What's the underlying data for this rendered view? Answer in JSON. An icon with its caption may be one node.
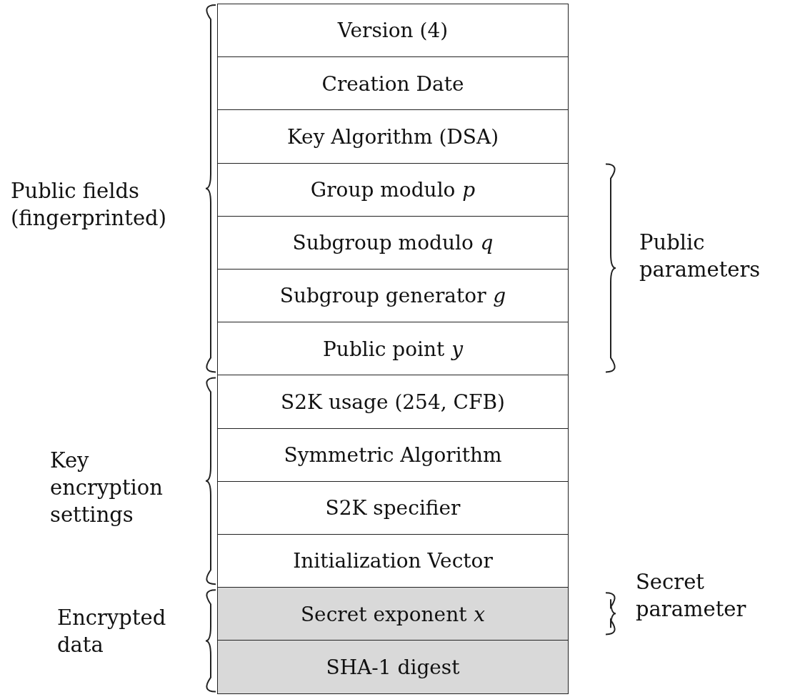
{
  "diagram": {
    "nodes": [
      {
        "text": [
          "Version (4)"
        ]
      },
      {
        "text": [
          "Creation Date"
        ]
      },
      {
        "text": [
          "Key Algorithm (DSA)"
        ]
      },
      {
        "text": [
          "Group modulo *p*"
        ]
      },
      {
        "text": [
          "Subgroup modulo *q*"
        ]
      },
      {
        "text": [
          "Subgroup generator *g*"
        ]
      },
      {
        "text": [
          "Public point *y*"
        ]
      },
      {
        "text": [
          "S2K usage (254, CFB)"
        ]
      },
      {
        "text": [
          "Symmetric Algorithm"
        ]
      },
      {
        "text": [
          "S2K specifier"
        ]
      },
      {
        "text": [
          "Initialization Vector"
        ]
      },
      {
        "text": [
          "Secret exponent *x*"
        ]
      },
      {
        "text": [
          "SHA-1 digest"
        ]
      }
    ],
    "edges": [],
    "labels": [
      "Public fields (fingerprinted)",
      "Public parameters",
      "Key encryption settings",
      "Encrypted data",
      "Secret parameter"
    ]
  }
}
